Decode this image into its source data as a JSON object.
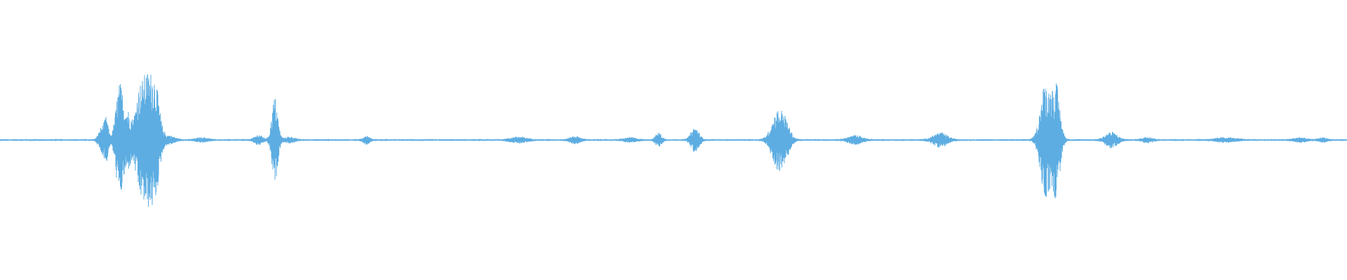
{
  "waveform": {
    "color": "#5dade2",
    "background": "#ffffff",
    "duration_fraction_bursts": [
      {
        "center": 0.0755,
        "width": 0.003,
        "amplitude": 0.18
      },
      {
        "center": 0.079,
        "width": 0.002,
        "amplitude": 0.28
      },
      {
        "center": 0.089,
        "width": 0.004,
        "amplitude": 0.82
      },
      {
        "center": 0.0955,
        "width": 0.003,
        "amplitude": 0.35
      },
      {
        "center": 0.103,
        "width": 0.004,
        "amplitude": 0.62
      },
      {
        "center": 0.11,
        "width": 0.005,
        "amplitude": 1.0
      },
      {
        "center": 0.116,
        "width": 0.004,
        "amplitude": 0.58
      },
      {
        "center": 0.125,
        "width": 0.006,
        "amplitude": 0.06
      },
      {
        "center": 0.15,
        "width": 0.006,
        "amplitude": 0.03
      },
      {
        "center": 0.192,
        "width": 0.004,
        "amplitude": 0.07
      },
      {
        "center": 0.204,
        "width": 0.003,
        "amplitude": 0.62
      },
      {
        "center": 0.215,
        "width": 0.005,
        "amplitude": 0.04
      },
      {
        "center": 0.272,
        "width": 0.003,
        "amplitude": 0.06
      },
      {
        "center": 0.385,
        "width": 0.008,
        "amplitude": 0.04
      },
      {
        "center": 0.427,
        "width": 0.005,
        "amplitude": 0.05
      },
      {
        "center": 0.468,
        "width": 0.006,
        "amplitude": 0.03
      },
      {
        "center": 0.489,
        "width": 0.003,
        "amplitude": 0.1
      },
      {
        "center": 0.516,
        "width": 0.004,
        "amplitude": 0.18
      },
      {
        "center": 0.577,
        "width": 0.006,
        "amplitude": 0.38
      },
      {
        "center": 0.583,
        "width": 0.005,
        "amplitude": 0.2
      },
      {
        "center": 0.635,
        "width": 0.007,
        "amplitude": 0.06
      },
      {
        "center": 0.698,
        "width": 0.007,
        "amplitude": 0.1
      },
      {
        "center": 0.776,
        "width": 0.005,
        "amplitude": 0.82
      },
      {
        "center": 0.784,
        "width": 0.004,
        "amplitude": 0.78
      },
      {
        "center": 0.825,
        "width": 0.006,
        "amplitude": 0.11
      },
      {
        "center": 0.852,
        "width": 0.005,
        "amplitude": 0.04
      },
      {
        "center": 0.91,
        "width": 0.01,
        "amplitude": 0.03
      },
      {
        "center": 0.965,
        "width": 0.006,
        "amplitude": 0.03
      },
      {
        "center": 0.982,
        "width": 0.004,
        "amplitude": 0.03
      }
    ],
    "noise_floor": 0.012
  }
}
